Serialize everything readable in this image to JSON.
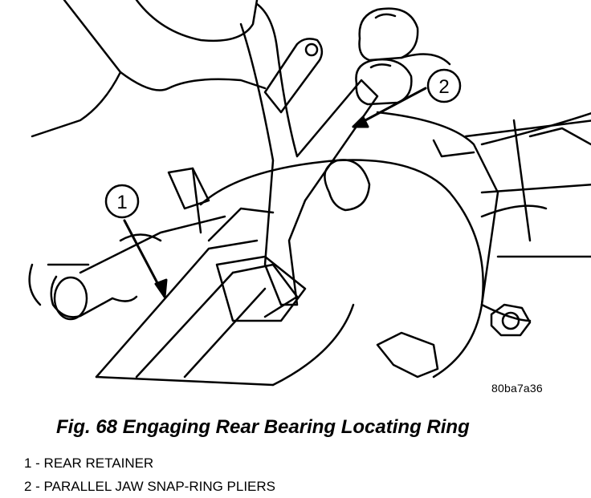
{
  "figure": {
    "image_code": "80ba7a36",
    "caption": "Fig. 68 Engaging Rear Bearing Locating Ring",
    "callouts": [
      {
        "number": "1",
        "text": "REAR RETAINER"
      },
      {
        "number": "2",
        "text": "PARALLEL JAW SNAP-RING PLIERS"
      }
    ],
    "legend": [
      "1 - REAR RETAINER",
      "2 - PARALLEL JAW SNAP-RING PLIERS"
    ],
    "colors": {
      "line": "#000000",
      "background": "#ffffff"
    }
  }
}
